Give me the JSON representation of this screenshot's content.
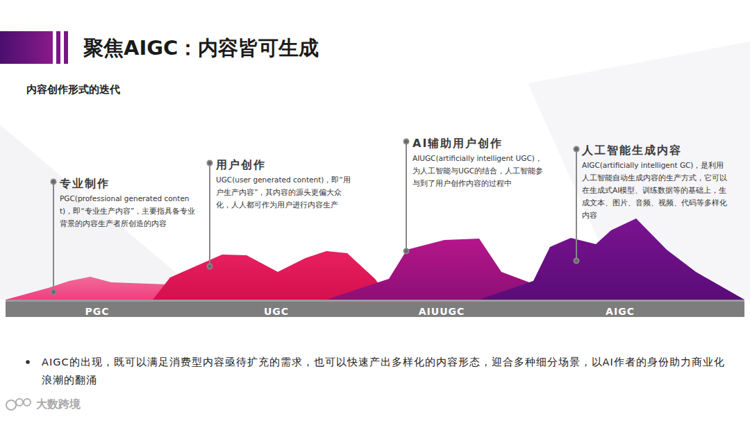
{
  "diagram": {
    "title": "聚焦AIGC：内容皆可生成",
    "nodes": [
      {
        "text": [
          "专业制作",
          "PGC(professional generated content)，即“专业生产内容”，主要指具备专业背景的内容生产者所创造的内容"
        ]
      },
      {
        "text": [
          "用户创作",
          "UGC(user generated content)，即“用户生产内容”，其内容的源头更偏大众化，人人都可作为用户进行内容生产"
        ]
      },
      {
        "text": [
          "AI辅助用户创作",
          "AIUGC(artificially intelligent UGC)，为人工智能与UGC的结合，人工智能参与到了用户创作内容的过程中"
        ]
      },
      {
        "text": [
          "人工智能生成内容",
          "AIGC(artificially intelligent GC)，是利用人工智能自动生成内容的生产方式，它可以在生成式AI模型、训练数据等的基础上，生成文本、图片、音频、视频、代码等多样化内容"
        ]
      }
    ],
    "labels": [
      "内容创作形式的迭代",
      "PGC",
      "UGC",
      "AIUUGC",
      "AIGC",
      "AIGC的出现，既可以满足消费型内容亟待扩充的需求，也可以快速产出多样化的内容形态，迎合多种细分场景，以AI作者的身份助力商业化浪潮的翻涌",
      "大数跨境"
    ]
  }
}
